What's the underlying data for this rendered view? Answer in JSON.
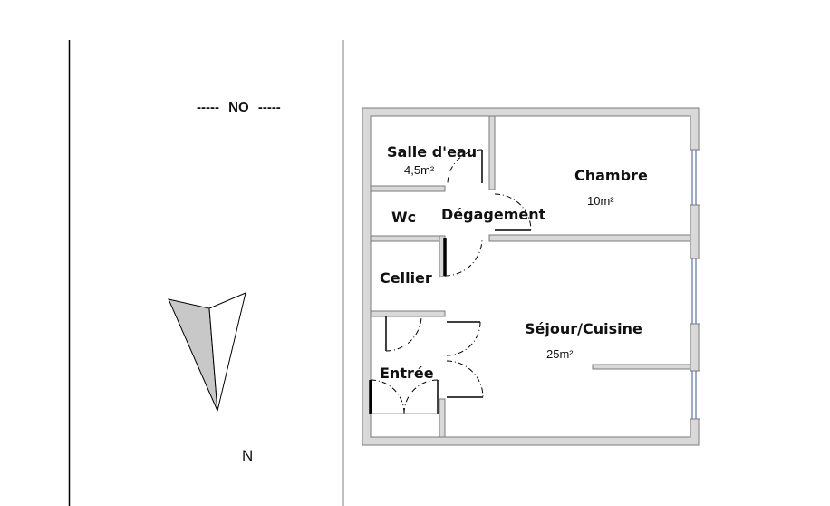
{
  "colors": {
    "wall": "#7a7a7a",
    "wall_fill": "#d9d9d9",
    "line": "#000000",
    "compass_shade": "#c8c8c8",
    "window": "#3050c0"
  },
  "orientation": {
    "label": "NO",
    "dash": "-----"
  },
  "compass": {
    "north_label": "N"
  },
  "rooms": [
    {
      "name": "Salle d'eau",
      "area": "4,5m²"
    },
    {
      "name": "Chambre",
      "area": "10m²"
    },
    {
      "name": "Wc"
    },
    {
      "name": "Dégagement"
    },
    {
      "name": "Cellier"
    },
    {
      "name": "Séjour/Cuisine",
      "area": "25m²"
    },
    {
      "name": "Entrée"
    }
  ]
}
